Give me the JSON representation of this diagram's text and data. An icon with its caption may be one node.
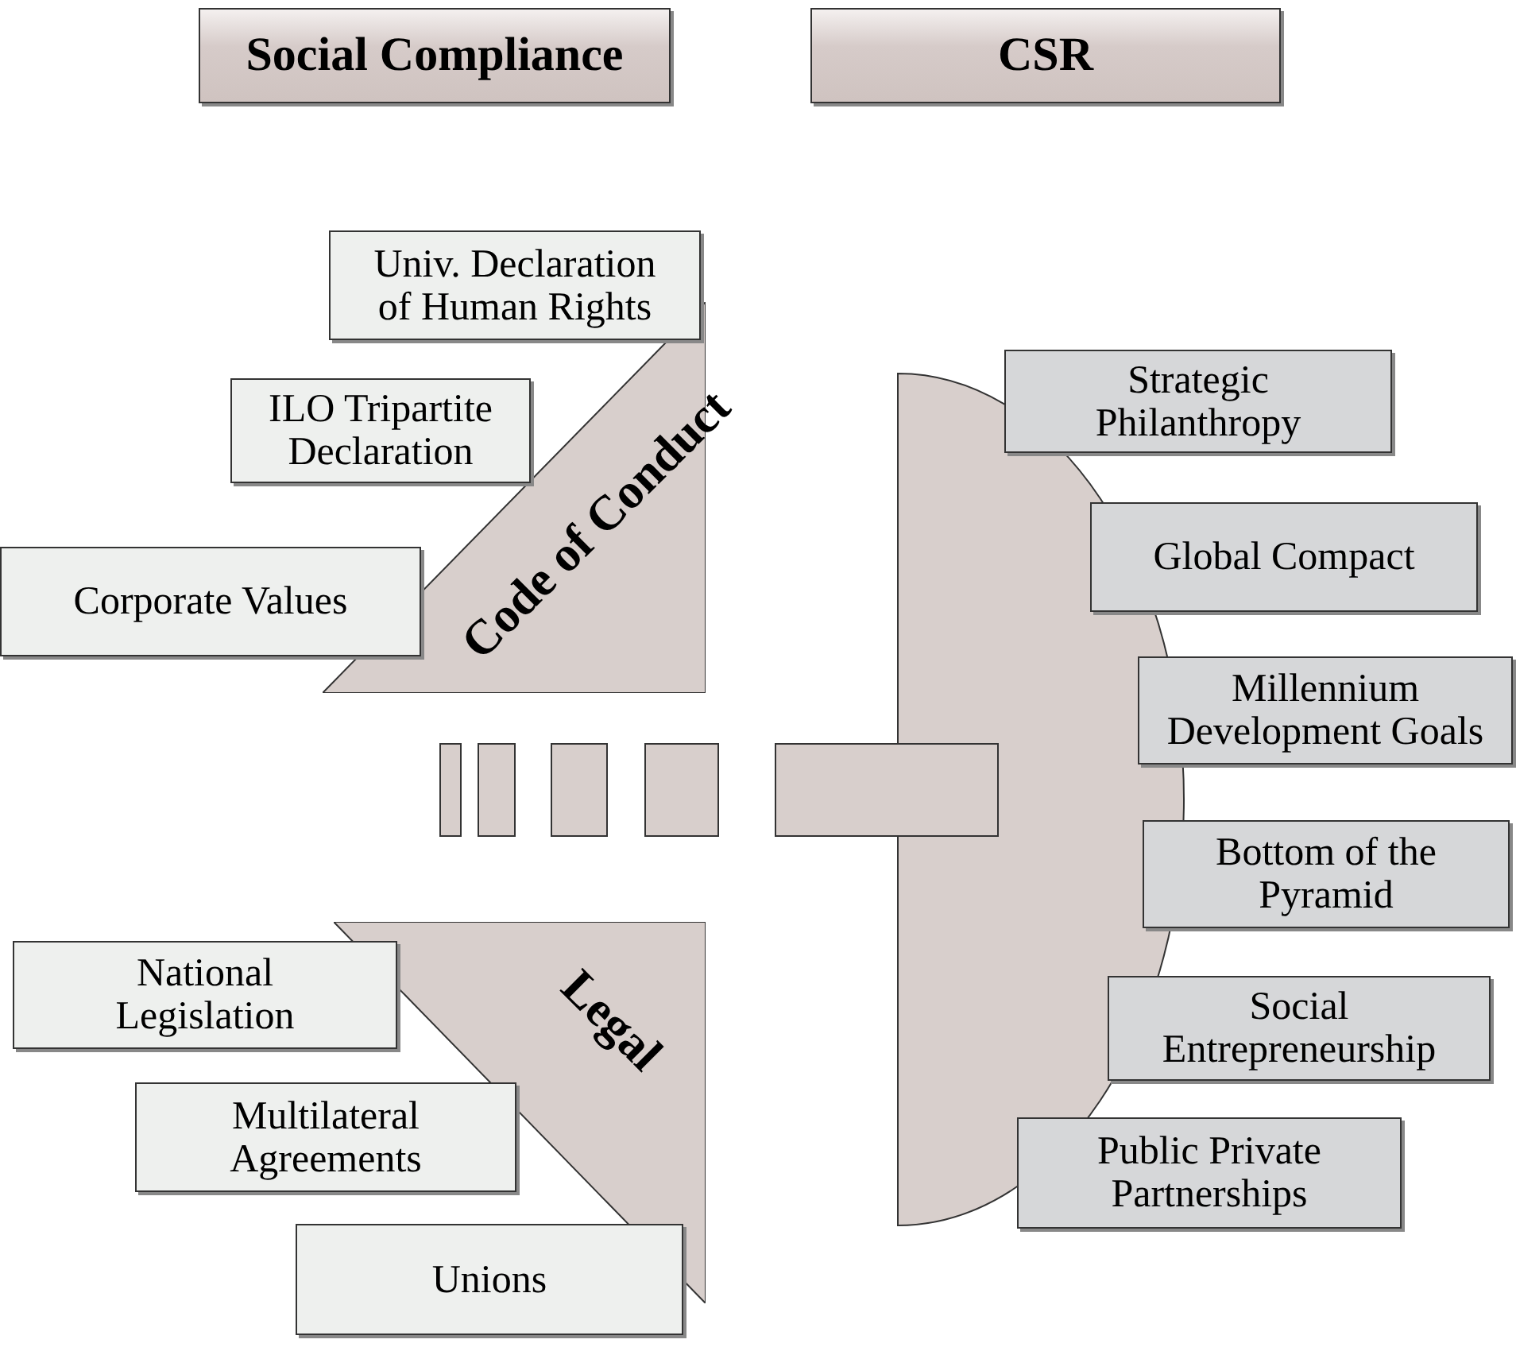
{
  "diagram": {
    "nodes": [
      {
        "text": [
          "Social Compliance"
        ]
      },
      {
        "text": [
          "CSR"
        ]
      },
      {
        "text": [
          "Univ. Declaration of Human Rights"
        ]
      },
      {
        "text": [
          "Code of Conduct"
        ]
      },
      {
        "text": [
          "ILO Tripartite Declaration"
        ]
      },
      {
        "text": [
          "Corporate Values"
        ]
      },
      {
        "text": [
          "Strategic Philanthropy"
        ]
      },
      {
        "text": [
          "Global Compact"
        ]
      },
      {
        "text": [
          "Millennium Development Goals"
        ]
      },
      {
        "text": [
          "Bottom of the Pyramid"
        ]
      },
      {
        "text": [
          "Social Entrepreneurship"
        ]
      },
      {
        "text": [
          "Public Private Partnerships"
        ]
      },
      {
        "text": [
          "Legal"
        ]
      },
      {
        "text": [
          "National Legislation"
        ]
      },
      {
        "text": [
          "Multilateral Agreements"
        ]
      },
      {
        "text": [
          "Unions"
        ]
      }
    ]
  }
}
